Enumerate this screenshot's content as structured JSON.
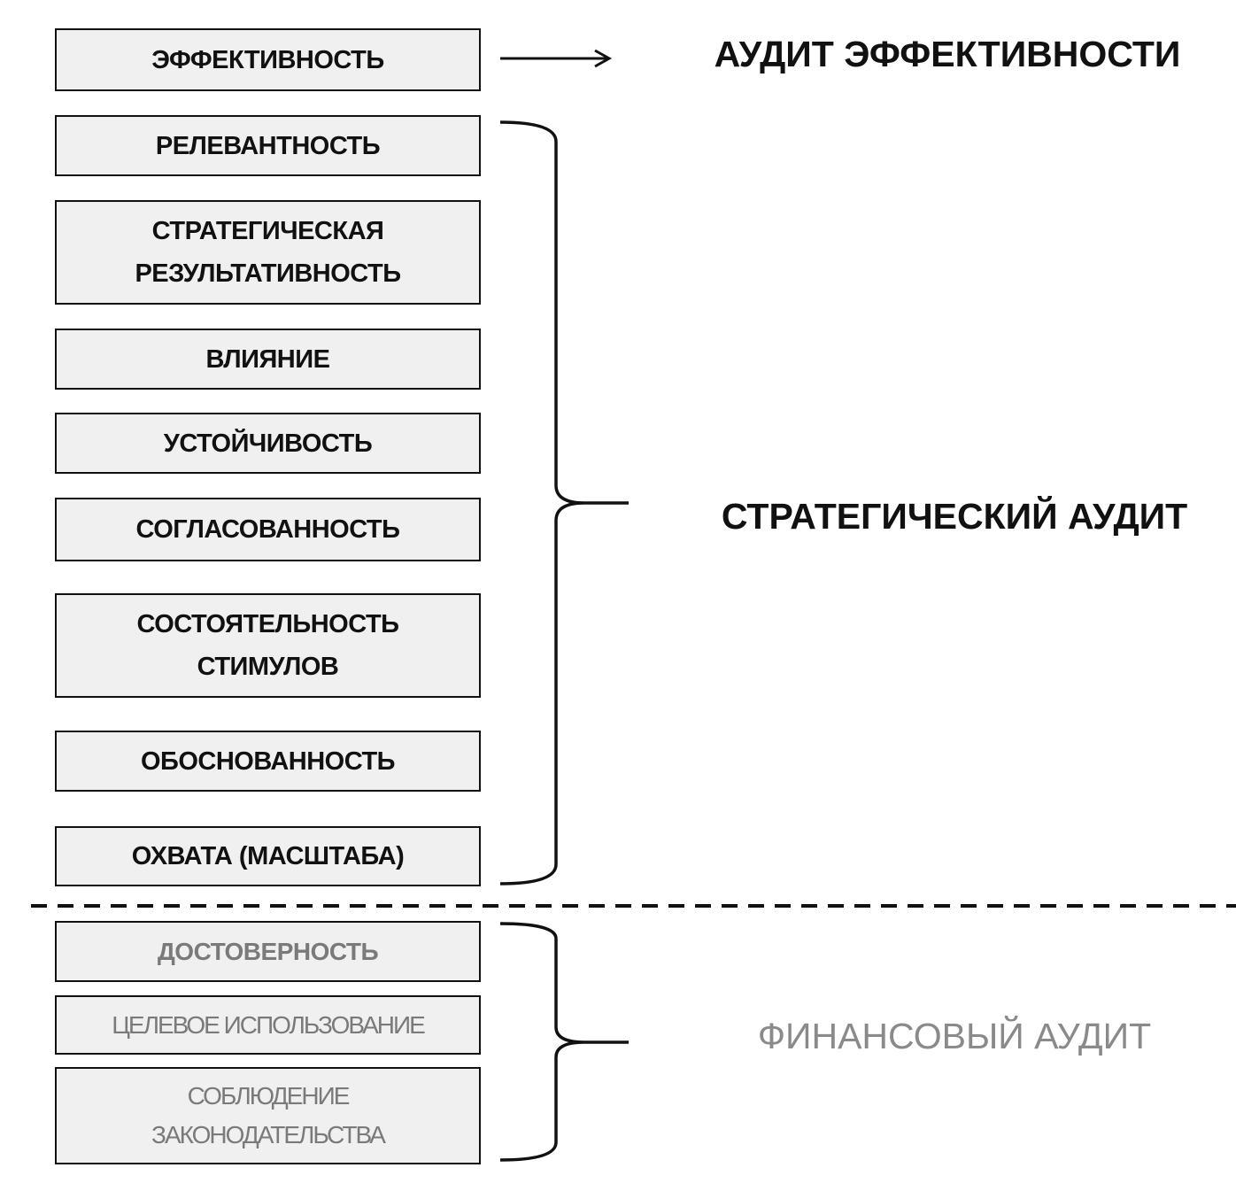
{
  "boxes": [
    {
      "text": "ЭФФЕКТИВНОСТЬ",
      "group": "efficiency"
    },
    {
      "text": "РЕЛЕВАНТНОСТЬ",
      "group": "strategic"
    },
    {
      "text": "СТРАТЕГИЧЕСКАЯ\nРЕЗУЛЬТАТИВНОСТЬ",
      "group": "strategic"
    },
    {
      "text": "ВЛИЯНИЕ",
      "group": "strategic"
    },
    {
      "text": "УСТОЙЧИВОСТЬ",
      "group": "strategic"
    },
    {
      "text": "СОГЛАСОВАННОСТЬ",
      "group": "strategic"
    },
    {
      "text": "СОСТОЯТЕЛЬНОСТЬ\nСТИМУЛОВ",
      "group": "strategic"
    },
    {
      "text": "ОБОСНОВАННОСТЬ",
      "group": "strategic"
    },
    {
      "text": "ОХВАТА (МАСШТАБА)",
      "group": "strategic"
    },
    {
      "text": "ДОСТОВЕРНОСТЬ",
      "group": "financial"
    },
    {
      "text": "ЦЕЛЕВОЕ ИСПОЛЬЗОВАНИЕ",
      "group": "financial"
    },
    {
      "text": "СОБЛЮДЕНИЕ\nЗАКОНОДАТЕЛЬСТВА",
      "group": "financial"
    }
  ],
  "labels": {
    "efficiency_audit": "АУДИТ ЭФФЕКТИВНОСТИ",
    "strategic_audit": "СТРАТЕГИЧЕСКИЙ АУДИТ",
    "financial_audit": "ФИНАНСОВЫЙ АУДИТ"
  },
  "colors": {
    "box_fill": "#f0f0f0",
    "financial_text": "#7a7a7a"
  }
}
